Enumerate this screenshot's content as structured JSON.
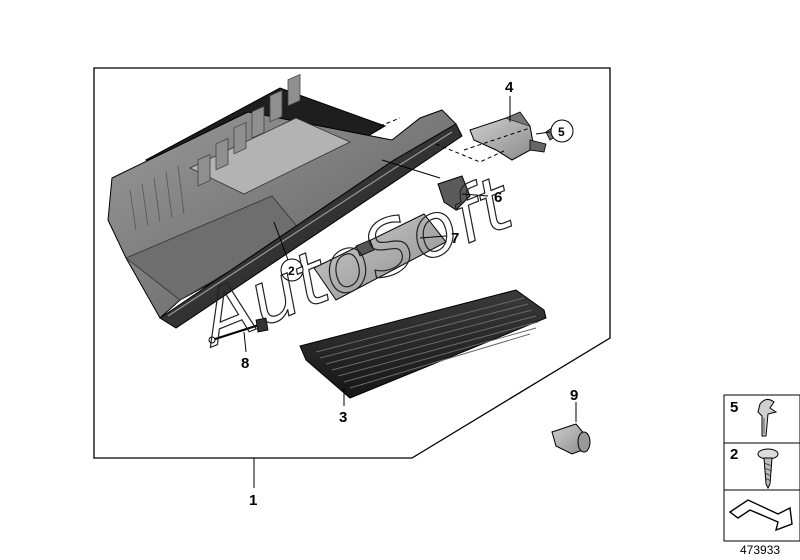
{
  "diagram": {
    "callouts": {
      "c1": "1",
      "c2": "2",
      "c3": "3",
      "c4": "4",
      "c5": "5",
      "c6": "6",
      "c7": "7",
      "c8": "8",
      "c9": "9"
    },
    "legend": {
      "row1": "5",
      "row2": "2"
    },
    "watermark": "AutoSoft",
    "reference_number": "473933"
  }
}
